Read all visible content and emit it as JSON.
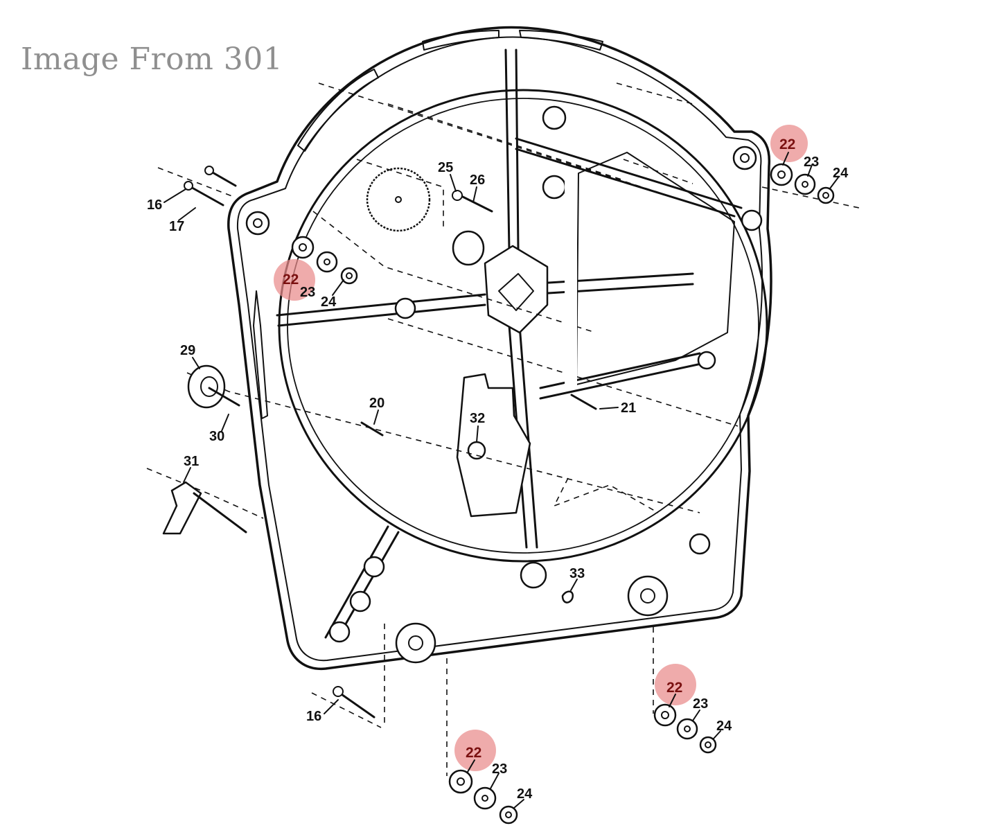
{
  "watermark": "Image From 301",
  "part_labels": [
    {
      "id": "l16a",
      "text": "16"
    },
    {
      "id": "l17",
      "text": "17"
    },
    {
      "id": "l25",
      "text": "25"
    },
    {
      "id": "l26",
      "text": "26"
    },
    {
      "id": "l23a",
      "text": "23"
    },
    {
      "id": "l24a",
      "text": "24"
    },
    {
      "id": "l29",
      "text": "29"
    },
    {
      "id": "l30",
      "text": "30"
    },
    {
      "id": "l20",
      "text": "20"
    },
    {
      "id": "l32",
      "text": "32"
    },
    {
      "id": "l21",
      "text": "21"
    },
    {
      "id": "l31",
      "text": "31"
    },
    {
      "id": "l33",
      "text": "33"
    },
    {
      "id": "l16b",
      "text": "16"
    },
    {
      "id": "l23b",
      "text": "23"
    },
    {
      "id": "l24b",
      "text": "24"
    },
    {
      "id": "l23c",
      "text": "23"
    },
    {
      "id": "l24c",
      "text": "24"
    },
    {
      "id": "l23d",
      "text": "23"
    },
    {
      "id": "l24d",
      "text": "24"
    }
  ],
  "highlighted_labels": [
    {
      "id": "h22a",
      "text": "22"
    },
    {
      "id": "h22b",
      "text": "22"
    },
    {
      "id": "h22c",
      "text": "22"
    },
    {
      "id": "h22d",
      "text": "22"
    }
  ],
  "colors": {
    "highlight": "#e98b8b",
    "ink": "#111111",
    "watermark": "#8f8f8f",
    "background": "#ffffff"
  }
}
